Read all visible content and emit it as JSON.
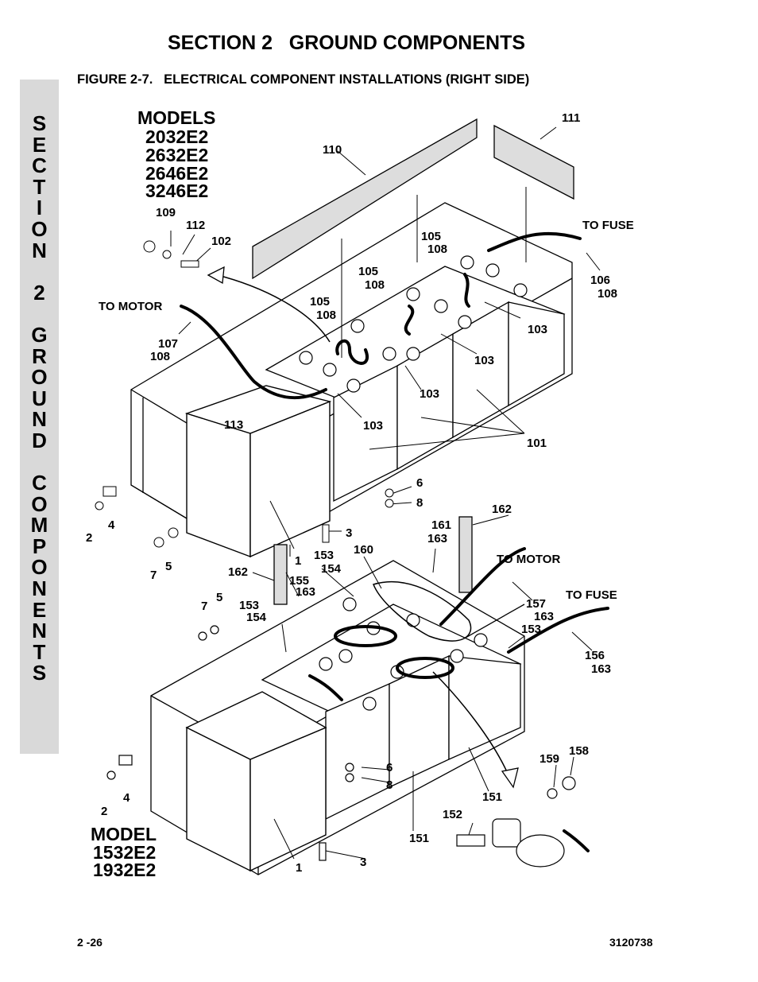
{
  "header": {
    "section_title": "SECTION 2   GROUND COMPONENTS",
    "figure_title": "FIGURE 2-7.   ELECTRICAL COMPONENT INSTALLATIONS (RIGHT SIDE)"
  },
  "sidebar": {
    "text": "S\nE\nC\nT\nI\nO\nN\n \n2\n \nG\nR\nO\nU\nN\nD\n \nC\nO\nM\nP\nO\nN\nE\nN\nT\nS"
  },
  "upper_models": [
    "MODELS",
    "2032E2",
    "2632E2",
    "2646E2",
    "3246E2"
  ],
  "lower_models": [
    "MODEL",
    "1532E2",
    "1932E2"
  ],
  "callouts": {
    "c111": "111",
    "c110": "110",
    "c109": "109",
    "c112": "112",
    "c102": "102",
    "to_fuse_1": "TO FUSE",
    "c105a": "105",
    "c108a": "108",
    "c105b": "105",
    "c108b": "108",
    "c106": "106",
    "c108c": "108",
    "to_motor_1": "TO MOTOR",
    "c105c": "105",
    "c108d": "108",
    "c103a": "103",
    "c107": "107",
    "c108e": "108",
    "c103b": "103",
    "c103c": "103",
    "c113": "113",
    "c103d": "103",
    "c101": "101",
    "c6a": "6",
    "c8a": "8",
    "c162a": "162",
    "c2a": "2",
    "c4a": "4",
    "c3a": "3",
    "c161": "161",
    "c163a": "163",
    "c7a": "7",
    "c5a": "5",
    "c153a": "153",
    "c154a": "154",
    "c160": "160",
    "to_motor_2": "TO MOTOR",
    "c1a": "1",
    "c162b": "162",
    "c155": "155",
    "c163b": "163",
    "to_fuse_2": "TO FUSE",
    "c5b": "5",
    "c7b": "7",
    "c153b": "153",
    "c154b": "154",
    "c157": "157",
    "c163c": "163",
    "c153c": "153",
    "c156": "156",
    "c163d": "163",
    "c6b": "6",
    "c8b": "8",
    "c159": "159",
    "c158": "158",
    "c2b": "2",
    "c4b": "4",
    "c151a": "151",
    "c152": "152",
    "c151b": "151",
    "c3b": "3",
    "c1b": "1"
  },
  "footer": {
    "page": "2 -26",
    "doc_number": "3120738"
  }
}
